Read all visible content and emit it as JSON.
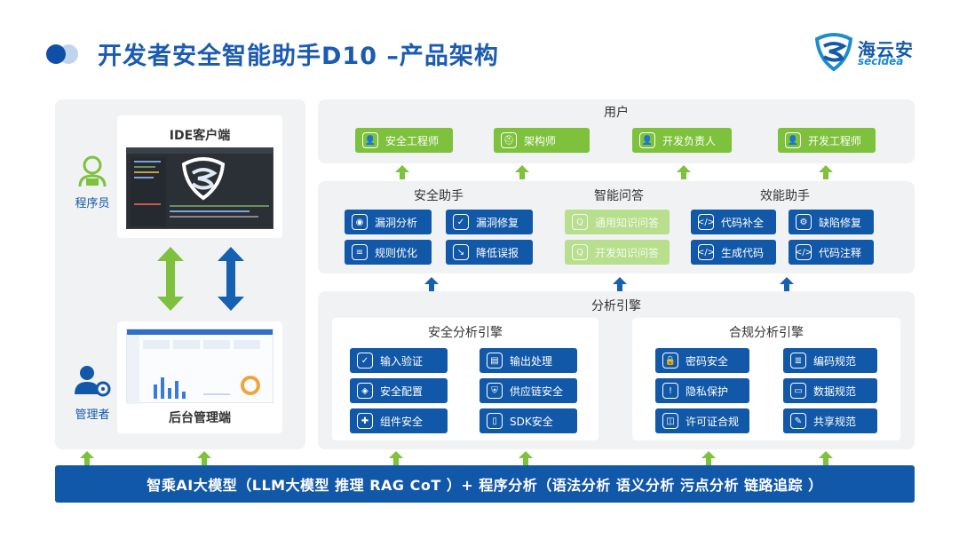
{
  "title": "开发者安全智能助手D10 –产品架构",
  "logo": {
    "cn": "海云安",
    "en": "secidea"
  },
  "left": {
    "programmer": "程序员",
    "ide": "IDE客户端",
    "admin": "管理者",
    "backend": "后台管理端"
  },
  "users": {
    "title": "用户",
    "items": [
      "安全工程师",
      "架构师",
      "开发负责人",
      "开发工程师"
    ]
  },
  "assist": {
    "security": {
      "title": "安全助手",
      "items": [
        "漏洞分析",
        "漏洞修复",
        "规则优化",
        "降低误报"
      ]
    },
    "qa": {
      "title": "智能问答",
      "items": [
        "通用知识问答",
        "开发知识问答"
      ]
    },
    "efficiency": {
      "title": "效能助手",
      "items": [
        "代码补全",
        "缺陷修复",
        "生成代码",
        "代码注释"
      ]
    }
  },
  "engine": {
    "title": "分析引擎",
    "security": {
      "title": "安全分析引擎",
      "items": [
        "输入验证",
        "输出处理",
        "安全配置",
        "供应链安全",
        "组件安全",
        "SDK安全"
      ]
    },
    "compliance": {
      "title": "合规分析引擎",
      "items": [
        "密码安全",
        "编码规范",
        "隐私保护",
        "数据规范",
        "许可证合规",
        "共享规范"
      ]
    }
  },
  "bottom": "智乘AI大模型（LLM大模型  推理 RAG CoT ）+ 程序分析（语法分析 语义分析 污点分析 链路追踪 ）",
  "colors": {
    "primary": "#1258a8",
    "green": "#7ec13c",
    "light_green": "#b7df8d",
    "panel": "#f1f2f4"
  }
}
